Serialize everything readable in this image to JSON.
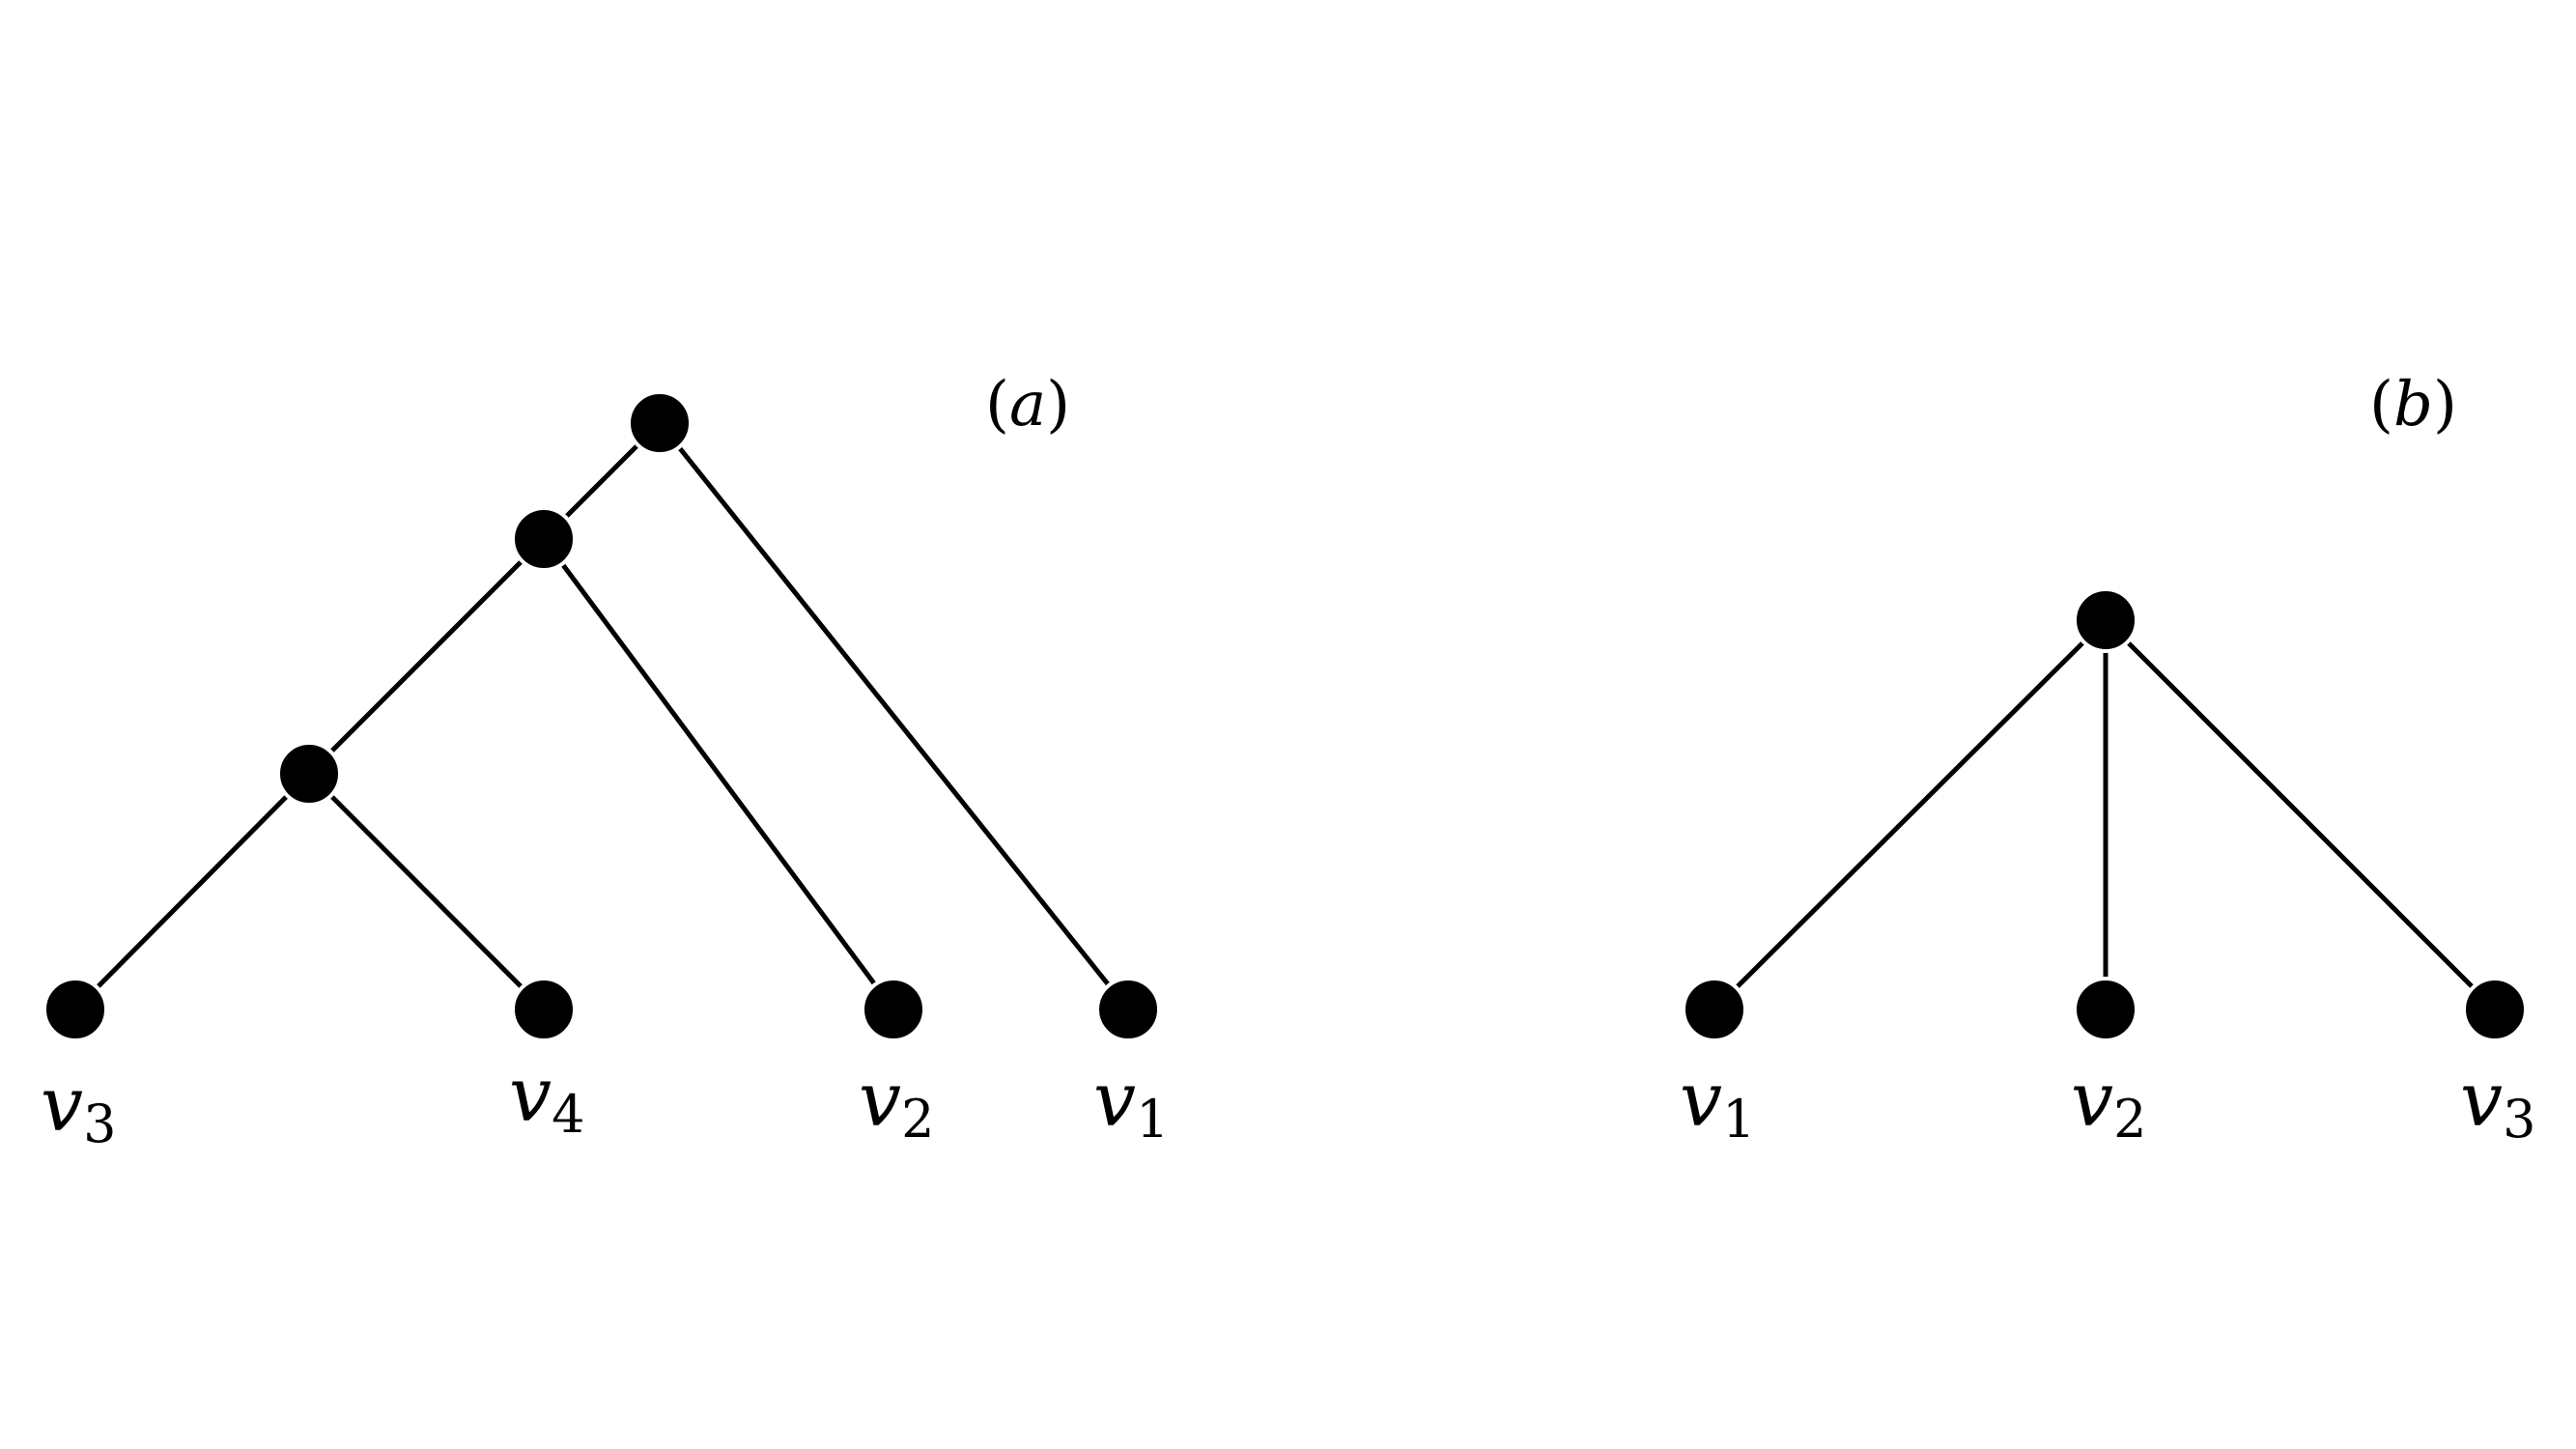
{
  "panel_a": {
    "label": "(a)",
    "label_letter": "a",
    "leaves": [
      {
        "id": "a-v3",
        "var": "v",
        "sub": "3"
      },
      {
        "id": "a-v4",
        "var": "v",
        "sub": "4"
      },
      {
        "id": "a-v2",
        "var": "v",
        "sub": "2"
      },
      {
        "id": "a-v1",
        "var": "v",
        "sub": "1"
      }
    ]
  },
  "panel_b": {
    "label": "(b)",
    "label_letter": "b",
    "leaves": [
      {
        "id": "b-v1",
        "var": "v",
        "sub": "1"
      },
      {
        "id": "b-v2",
        "var": "v",
        "sub": "2"
      },
      {
        "id": "b-v3",
        "var": "v",
        "sub": "3"
      }
    ]
  },
  "colors": {
    "ink": "#000000",
    "background": "#ffffff"
  }
}
